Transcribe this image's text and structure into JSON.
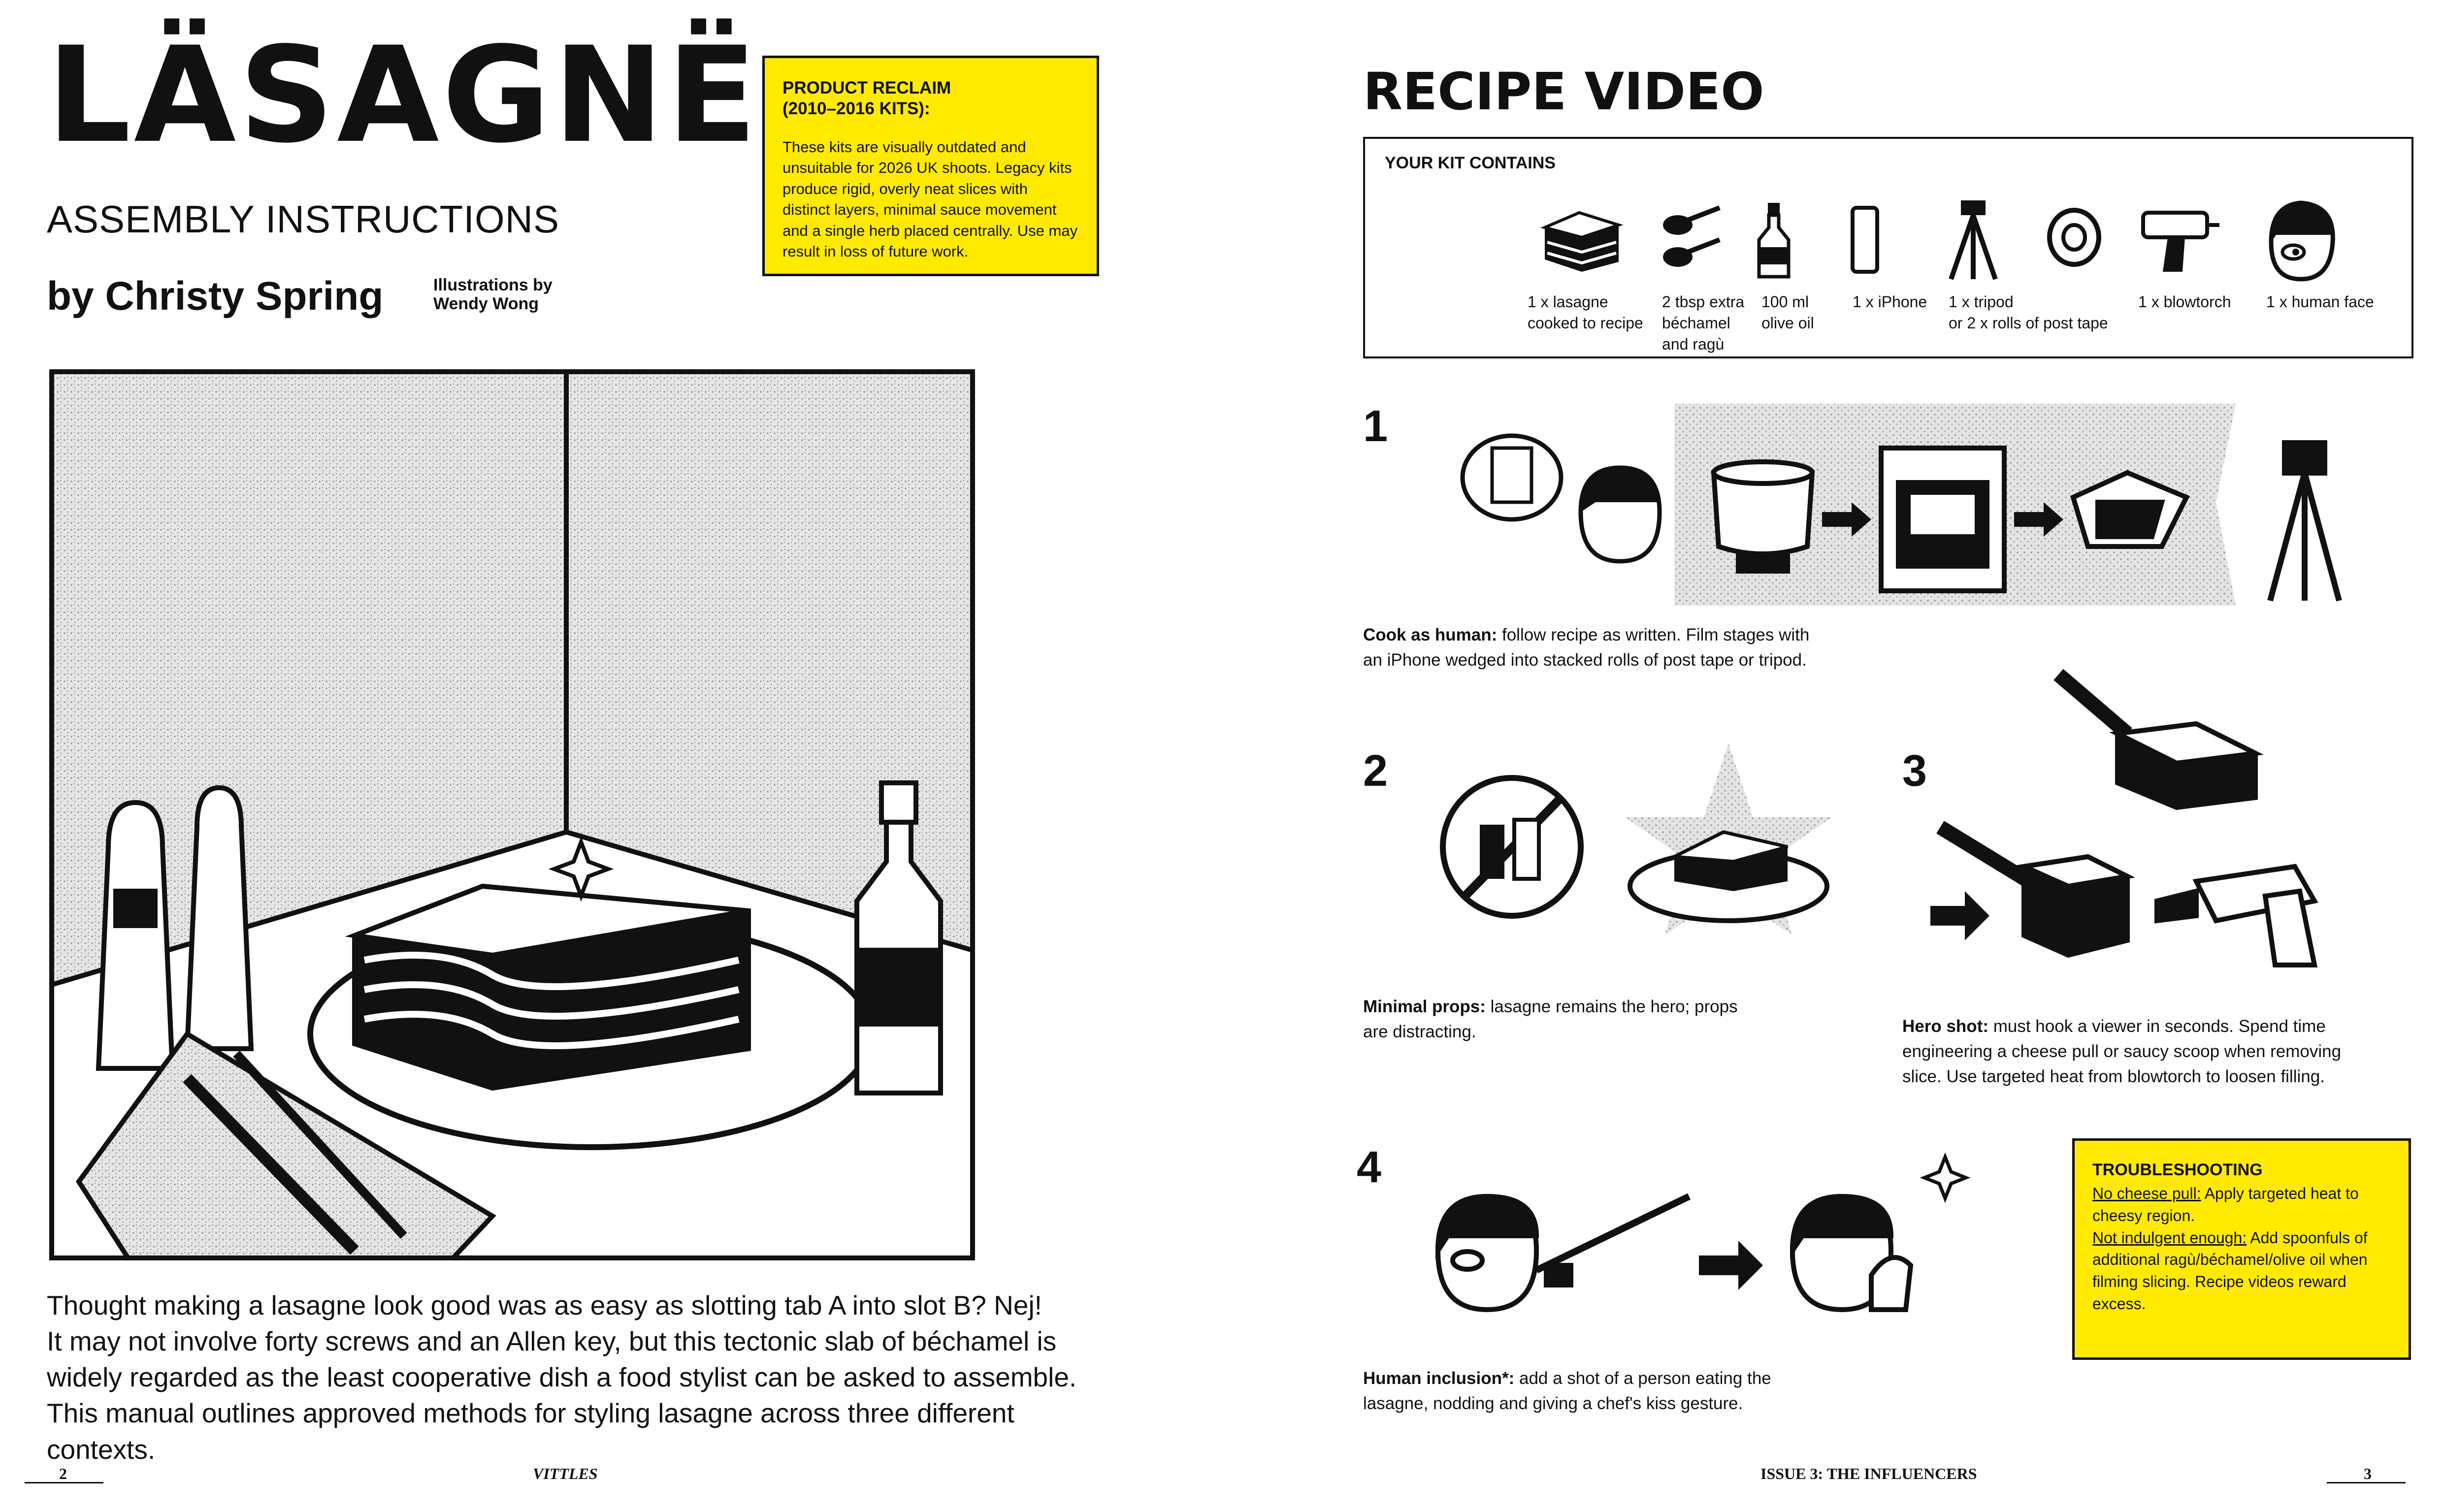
{
  "left_page": {
    "title": "LÄSAGNË",
    "subtitle": "ASSEMBLY INSTRUCTIONS",
    "byline": "by Christy Spring",
    "illustrator_line1": "Illustrations by",
    "illustrator_line2": "Wendy Wong",
    "reclaim": {
      "heading_line1": "PRODUCT RECLAIM",
      "heading_line2": "(2010–2016 KITS):",
      "body": "These kits are visually outdated and unsuitable for 2026 UK shoots. Legacy kits produce rigid, overly neat slices with distinct layers, minimal sauce movement and a single herb placed centrally. Use may result in loss of future work."
    },
    "intro_lines": [
      "Thought making a lasagne look good was as easy as slotting tab A into slot B? Nej!",
      "It may not involve forty screws and an Allen key, but this tectonic slab of béchamel is",
      "widely regarded as the least cooperative dish a food stylist can be asked to assemble.",
      "This manual outlines approved methods for styling lasagne across three different contexts."
    ],
    "page_number": "2",
    "magazine": "VITTLES"
  },
  "right_page": {
    "heading": "RECIPE VIDEO",
    "kit": {
      "title": "YOUR KIT CONTAINS",
      "items": [
        {
          "icon": "lasagne-icon",
          "line1": "1 x lasagne",
          "line2": "cooked to recipe",
          "line3": ""
        },
        {
          "icon": "spoons-icon",
          "line1": "2 tbsp extra",
          "line2": "béchamel",
          "line3": "and ragù"
        },
        {
          "icon": "oil-bottle-icon",
          "line1": "100 ml",
          "line2": "olive oil",
          "line3": ""
        },
        {
          "icon": "iphone-icon",
          "line1": "1 x iPhone",
          "line2": "",
          "line3": ""
        },
        {
          "icon": "tripod-icon",
          "line1": "1 x tripod",
          "line2": "or 2 x rolls of post tape",
          "line3": ""
        },
        {
          "icon": "tape-roll-icon",
          "line1": "",
          "line2": "",
          "line3": ""
        },
        {
          "icon": "blowtorch-icon",
          "line1": "1 x blowtorch",
          "line2": "",
          "line3": ""
        },
        {
          "icon": "human-face-icon",
          "line1": "1 x human face",
          "line2": "",
          "line3": ""
        }
      ]
    },
    "steps": [
      {
        "number": "1",
        "bold": "Cook as human:",
        "text_line1": " follow recipe as written. Film stages with",
        "text_line2": "an iPhone wedged into stacked rolls of post tape or tripod.",
        "text_line3": ""
      },
      {
        "number": "2",
        "bold": "Minimal props:",
        "text_line1": " lasagne remains the hero; props",
        "text_line2": "are distracting.",
        "text_line3": ""
      },
      {
        "number": "3",
        "bold": "Hero shot:",
        "text_line1": " must hook a viewer in seconds. Spend time",
        "text_line2": "engineering a cheese pull or saucy scoop when removing",
        "text_line3": "slice. Use targeted heat from blowtorch to loosen filling."
      },
      {
        "number": "4",
        "bold": "Human inclusion*:",
        "text_line1": " add a shot of a person eating the",
        "text_line2": "lasagne, nodding and giving a chef's kiss gesture.",
        "text_line3": ""
      }
    ],
    "troubleshooting": {
      "heading": "TROUBLESHOOTING",
      "item1_label": "No cheese pull:",
      "item1_text": " Apply targeted heat to cheesy region.",
      "item2_label": "Not indulgent enough:",
      "item2_text": " Add spoonfuls of additional ragù/béchamel/olive oil when filming slicing. Recipe videos reward excess."
    },
    "issue": "ISSUE 3: THE INFLUENCERS",
    "page_number": "3"
  },
  "colors": {
    "accent_yellow": "#ffea00",
    "ink": "#111111",
    "stipple": "#c9c9c9"
  }
}
